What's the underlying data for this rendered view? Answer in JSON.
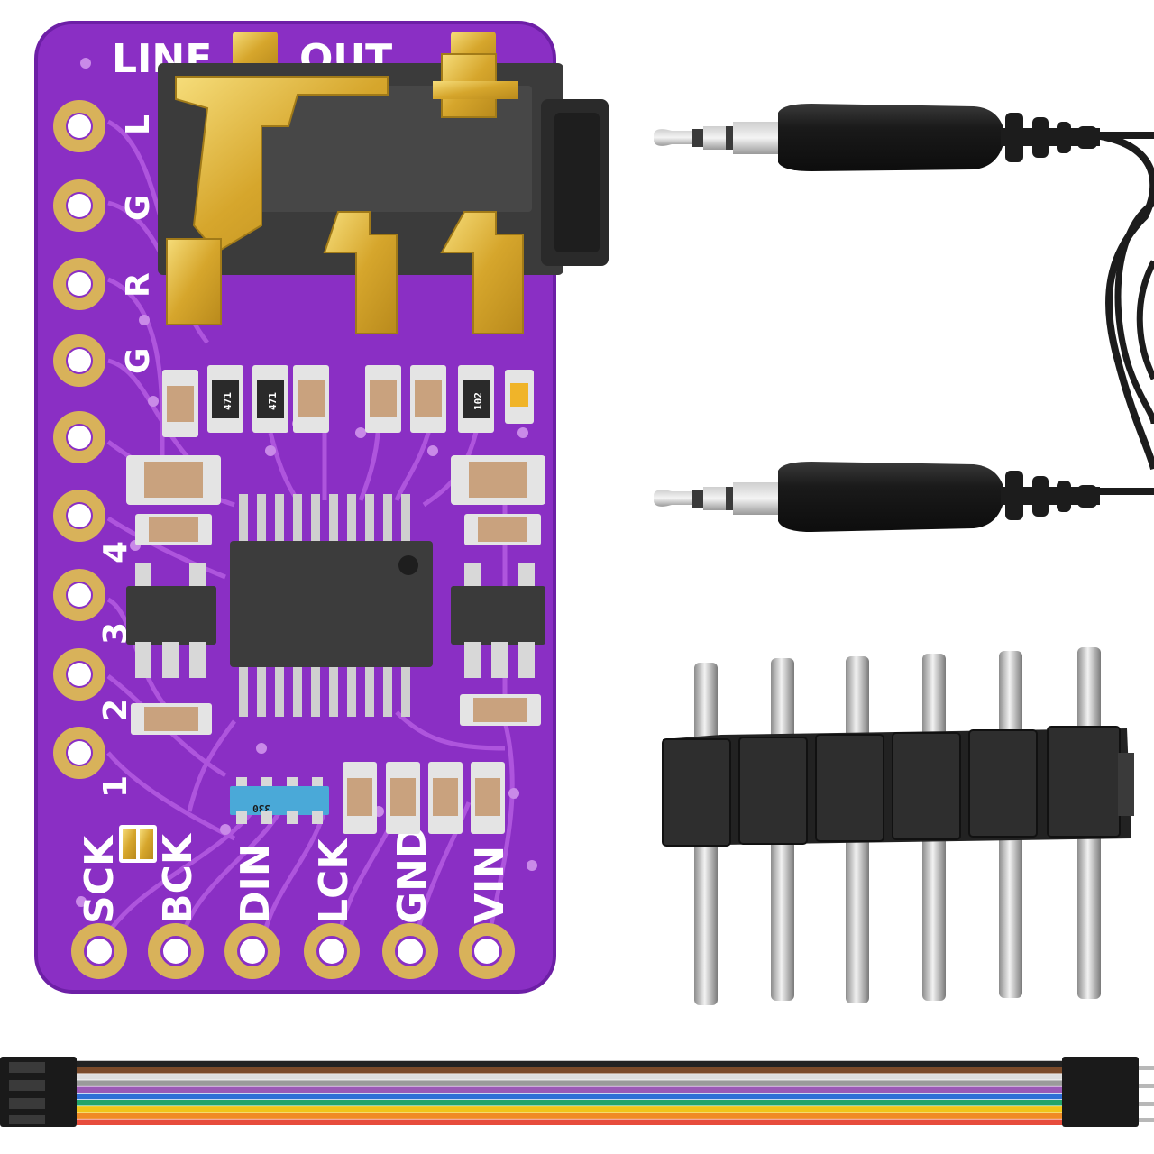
{
  "board": {
    "pcb_color": "#8a2fc4",
    "pad_color": "#d8b25a",
    "jack_label_left": "LINE",
    "jack_label_right": "OUT",
    "left_pins": [
      "L",
      "G",
      "R",
      "G",
      "",
      "",
      "4",
      "3",
      "2",
      "1"
    ],
    "bottom_pins": [
      "SCK",
      "BCK",
      "DIN",
      "LCK",
      "GND",
      "VIN"
    ],
    "resistor_codes": [
      "471",
      "471",
      "102",
      "330"
    ]
  },
  "accessories": {
    "audio_cable": {
      "plugs": 2,
      "color": "#1c1c1c"
    },
    "pin_header": {
      "pins": 6
    },
    "jumper_wires": {
      "colors": [
        "#222222",
        "#7a4a2a",
        "#dddddd",
        "#9a9a9a",
        "#9b59b6",
        "#2f6fd6",
        "#22a46a",
        "#f0c419",
        "#f08a24",
        "#e74c3c"
      ]
    }
  }
}
